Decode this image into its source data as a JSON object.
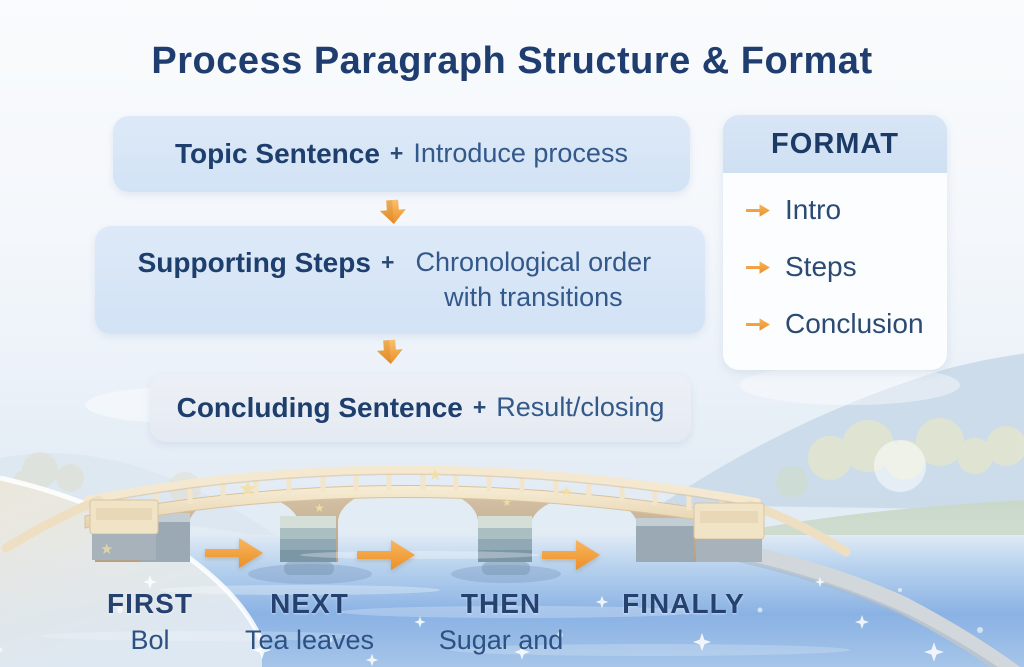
{
  "title": "Process Paragraph Structure & Format",
  "flow_steps": [
    {
      "label": "Topic Sentence",
      "plus": "+",
      "desc": "Introduce process"
    },
    {
      "label": "Supporting Steps",
      "plus": "+",
      "desc": "Chronological order with transitions"
    },
    {
      "label": "Concluding Sentence",
      "plus": "+",
      "desc": "Result/closing"
    }
  ],
  "format_panel": {
    "title": "FORMAT",
    "items": [
      {
        "label": "Intro"
      },
      {
        "label": "Steps"
      },
      {
        "label": "Conclusion"
      }
    ]
  },
  "sequence_terms": [
    {
      "word": "FIRST",
      "detail": "Bol"
    },
    {
      "word": "NEXT",
      "detail": "Tea leaves"
    },
    {
      "word": "THEN",
      "detail": "Sugar and"
    },
    {
      "word": "FINALLY",
      "detail": ""
    }
  ],
  "colors": {
    "title_navy": "#1f3e6f",
    "step_label_navy": "#1e3f6d",
    "step_desc_blue": "#33588a",
    "box_blue": "#d7e6f6",
    "box_gray": "#e9edf4",
    "panel_header_blue": "#d3e2f4",
    "accent_orange": "#f0993c",
    "water_blue": "#8ab2e4"
  }
}
